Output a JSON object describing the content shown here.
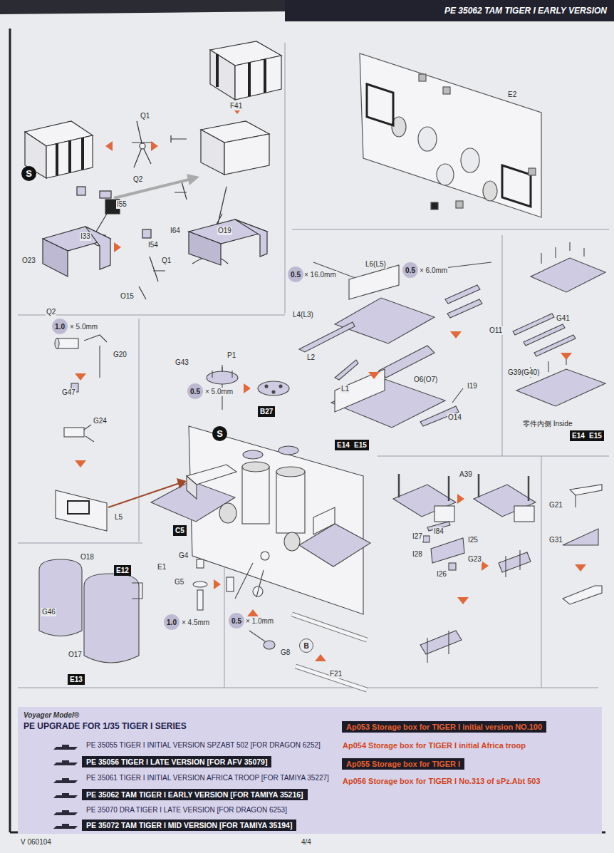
{
  "diagram": {
    "nodes": [
      {
        "text": [
          "PE 35062 TAM TIGER I EARLY VERSION"
        ]
      },
      {
        "text": [
          "S"
        ]
      },
      {
        "text": [
          "0.5"
        ]
      },
      {
        "text": [
          "0.5"
        ]
      },
      {
        "text": [
          "1.0"
        ]
      },
      {
        "text": [
          "0.5"
        ]
      },
      {
        "text": [
          "B27"
        ]
      },
      {
        "text": [
          "E14"
        ]
      },
      {
        "text": [
          "E15"
        ]
      },
      {
        "text": [
          "E14"
        ]
      },
      {
        "text": [
          "E15"
        ]
      },
      {
        "text": [
          "S"
        ]
      },
      {
        "text": [
          "C5"
        ]
      },
      {
        "text": [
          "E12"
        ]
      },
      {
        "text": [
          "1.0"
        ]
      },
      {
        "text": [
          "0.5"
        ]
      },
      {
        "text": [
          "B"
        ]
      },
      {
        "text": [
          "E13"
        ]
      },
      {
        "text": [
          "Voyager Model®",
          "PE UPGRADE FOR 1/35 TIGER I SERIES"
        ]
      },
      {
        "text": [
          "PE 35056 TIGER I LATE VERSION [FOR AFV 35079]"
        ],
        "in": 18
      },
      {
        "text": [
          "PE 35062 TAM TIGER I EARLY VERSION [FOR TAMIYA 35216]"
        ],
        "in": 18
      },
      {
        "text": [
          "PE 35072 TAM TIGER I MID VERSION [FOR TAMIYA 35194]"
        ],
        "in": 18
      },
      {
        "text": [
          "Ap053 Storage box for TIGER I initial version NO.100"
        ],
        "in": 18
      },
      {
        "text": [
          "Ap055 Storage box for TIGER I"
        ],
        "in": 18
      }
    ],
    "labels": [
      "F41",
      "Q1",
      "Q2",
      "I55",
      "I33",
      "I64",
      "I54",
      "O19",
      "O23",
      "Q1",
      "O15",
      "Q2",
      "E2",
      "L6(L5)",
      "× 16.0mm",
      "× 6.0mm",
      "L4(L3)",
      "O11",
      "L2",
      "L1",
      "O6(O7)",
      "I19",
      "O14",
      "G41",
      "G39(G40)",
      "零件内侧 Inside",
      "× 5.0mm",
      "G20",
      "G47",
      "G24",
      "L5",
      "G43",
      "P1",
      "× 5.0mm",
      "A39",
      "I84",
      "I27",
      "I25",
      "I28",
      "I26",
      "G23",
      "G21",
      "G31",
      "O18",
      "E1",
      "G4",
      "G5",
      "G46",
      "× 4.5mm",
      "× 1.0mm",
      "G8",
      "O17",
      "F21",
      "PE 35055 TIGER I INITIAL VERSION SPZABT 502 [FOR DRAGON 6252]",
      "PE 35061 TIGER I INITIAL VERSION AFRICA TROOP [FOR TAMIYA 35227]",
      "PE 35070 DRA TIGER I LATE VERSION [FOR DRAGON 6253]",
      "Ap054 Storage box for TIGER I initial Africa troop",
      "Ap056 Storage box for TIGER I No.313 of sPz.Abt 503",
      "V 060104",
      "4/4"
    ]
  }
}
